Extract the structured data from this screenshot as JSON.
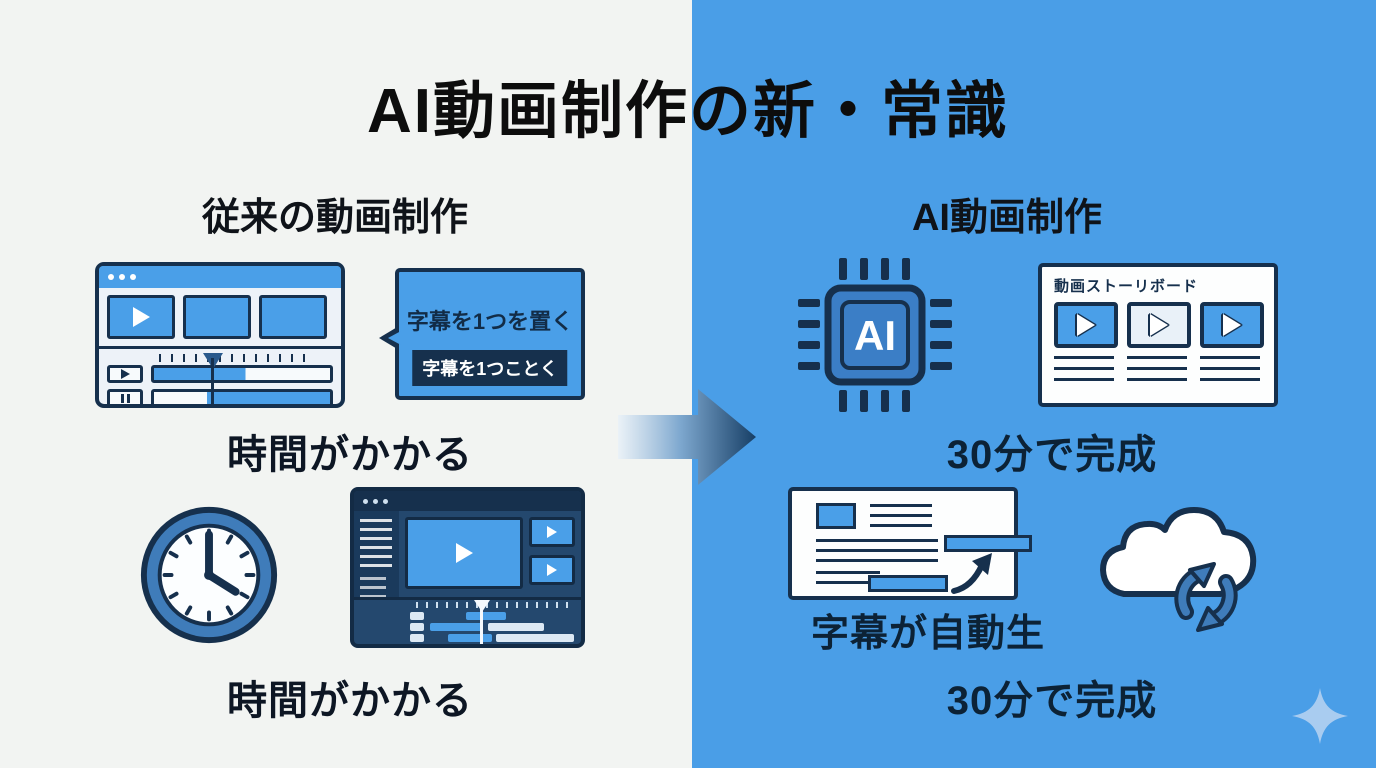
{
  "title": "AI動画制作の新・常識",
  "colors": {
    "left_background": "#f2f4f2",
    "right_background": "#4a9ee7",
    "navy_outline": "#16304d",
    "accent_blue": "#4a9fe8",
    "arrow_dark": "#173f66",
    "sparkle_blue": "#a9ccf0"
  },
  "left_panel": {
    "heading": "従来の動画制作",
    "bubble_text": "字幕を1つを置く",
    "bubble_caption": "字幕を1つことく",
    "caption_top": "時間がかかる",
    "caption_bottom": "時間がかかる"
  },
  "right_panel": {
    "heading": "AI動画制作",
    "chip_label": "AI",
    "storyboard_title": "動画ストーリボード",
    "caption_top": "30分で完成",
    "caption_middle": "字幕が自動生",
    "caption_bottom": "30分で完成"
  }
}
